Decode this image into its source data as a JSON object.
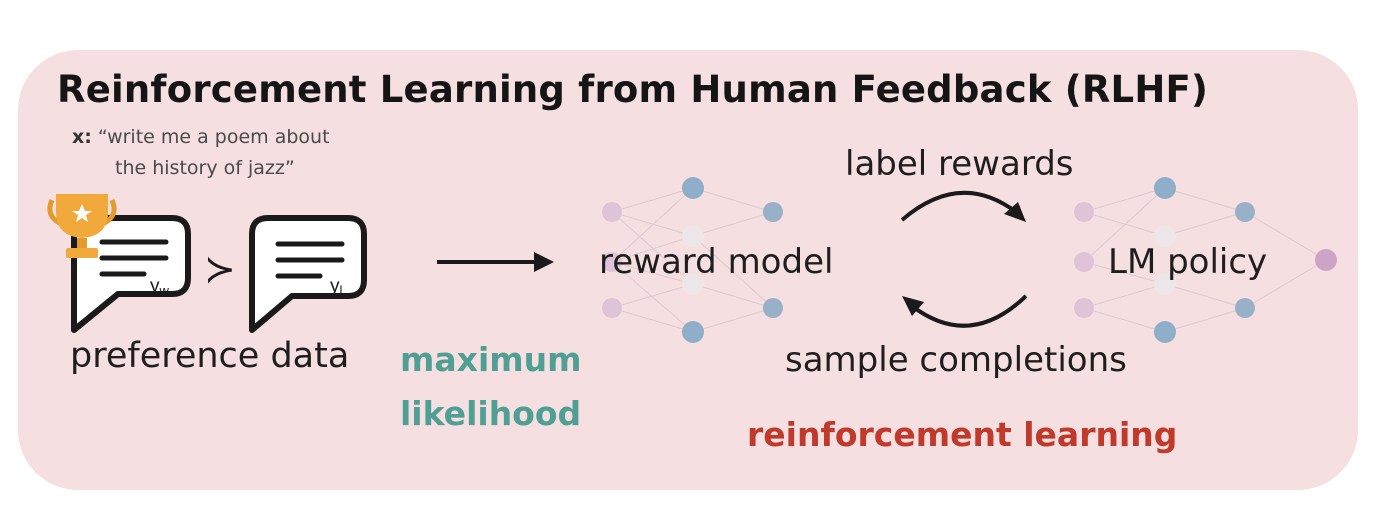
{
  "title": "Reinforcement Learning from Human Feedback (RLHF)",
  "prompt": {
    "prefix": "x:",
    "line1": "“write me a poem about",
    "line2": "the history of jazz”"
  },
  "preference": {
    "winner_label_main": "y",
    "winner_label_sub": "w",
    "loser_label_main": "y",
    "loser_label_sub": "l",
    "comparison_symbol": "≻",
    "caption": "preference data"
  },
  "maximum_likelihood": {
    "line1": "maximum",
    "line2": "likelihood"
  },
  "reward_model": {
    "label": "reward model"
  },
  "lm_policy": {
    "label": "LM policy"
  },
  "loop": {
    "top_label": "label rewards",
    "bottom_label": "sample completions"
  },
  "reinforcement_learning": {
    "label": "reinforcement learning"
  },
  "colors": {
    "panel_bg": "#f5dfe0",
    "maximum_likelihood": "#4f9f94",
    "reinforcement_learning": "#c0392b",
    "node_blue": "#6f9cc0",
    "node_purple": "#c7a3c7",
    "node_white": "#ffffff",
    "trophy_gold": "#f0a93a"
  },
  "icons": [
    "trophy-icon",
    "speech-bubble-icon",
    "arrow-right-icon",
    "cycle-arrow-icon",
    "neural-network-icon"
  ]
}
